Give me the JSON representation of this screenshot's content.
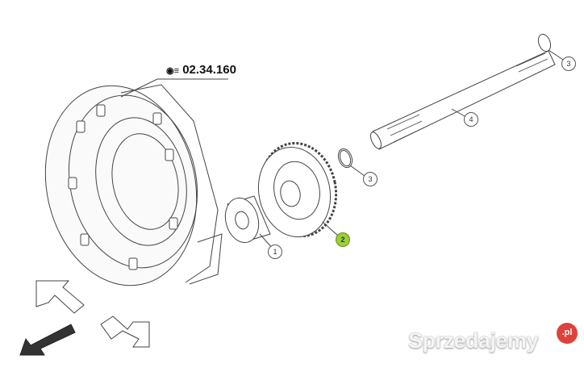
{
  "diagram": {
    "reference": {
      "icon": "eye-icon",
      "code": "02.34.160"
    },
    "callouts": [
      {
        "id": "callout-1",
        "label": "1",
        "highlighted": false
      },
      {
        "id": "callout-2",
        "label": "2",
        "highlighted": true
      },
      {
        "id": "callout-3a",
        "label": "3",
        "highlighted": false
      },
      {
        "id": "callout-3b",
        "label": "3",
        "highlighted": false
      },
      {
        "id": "callout-4",
        "label": "4",
        "highlighted": false
      }
    ],
    "highlight_color": "#9ccc3c"
  },
  "watermark": {
    "text": "Sprzedajemy",
    "badge": ".pl",
    "badge_color": "#e0403a"
  }
}
